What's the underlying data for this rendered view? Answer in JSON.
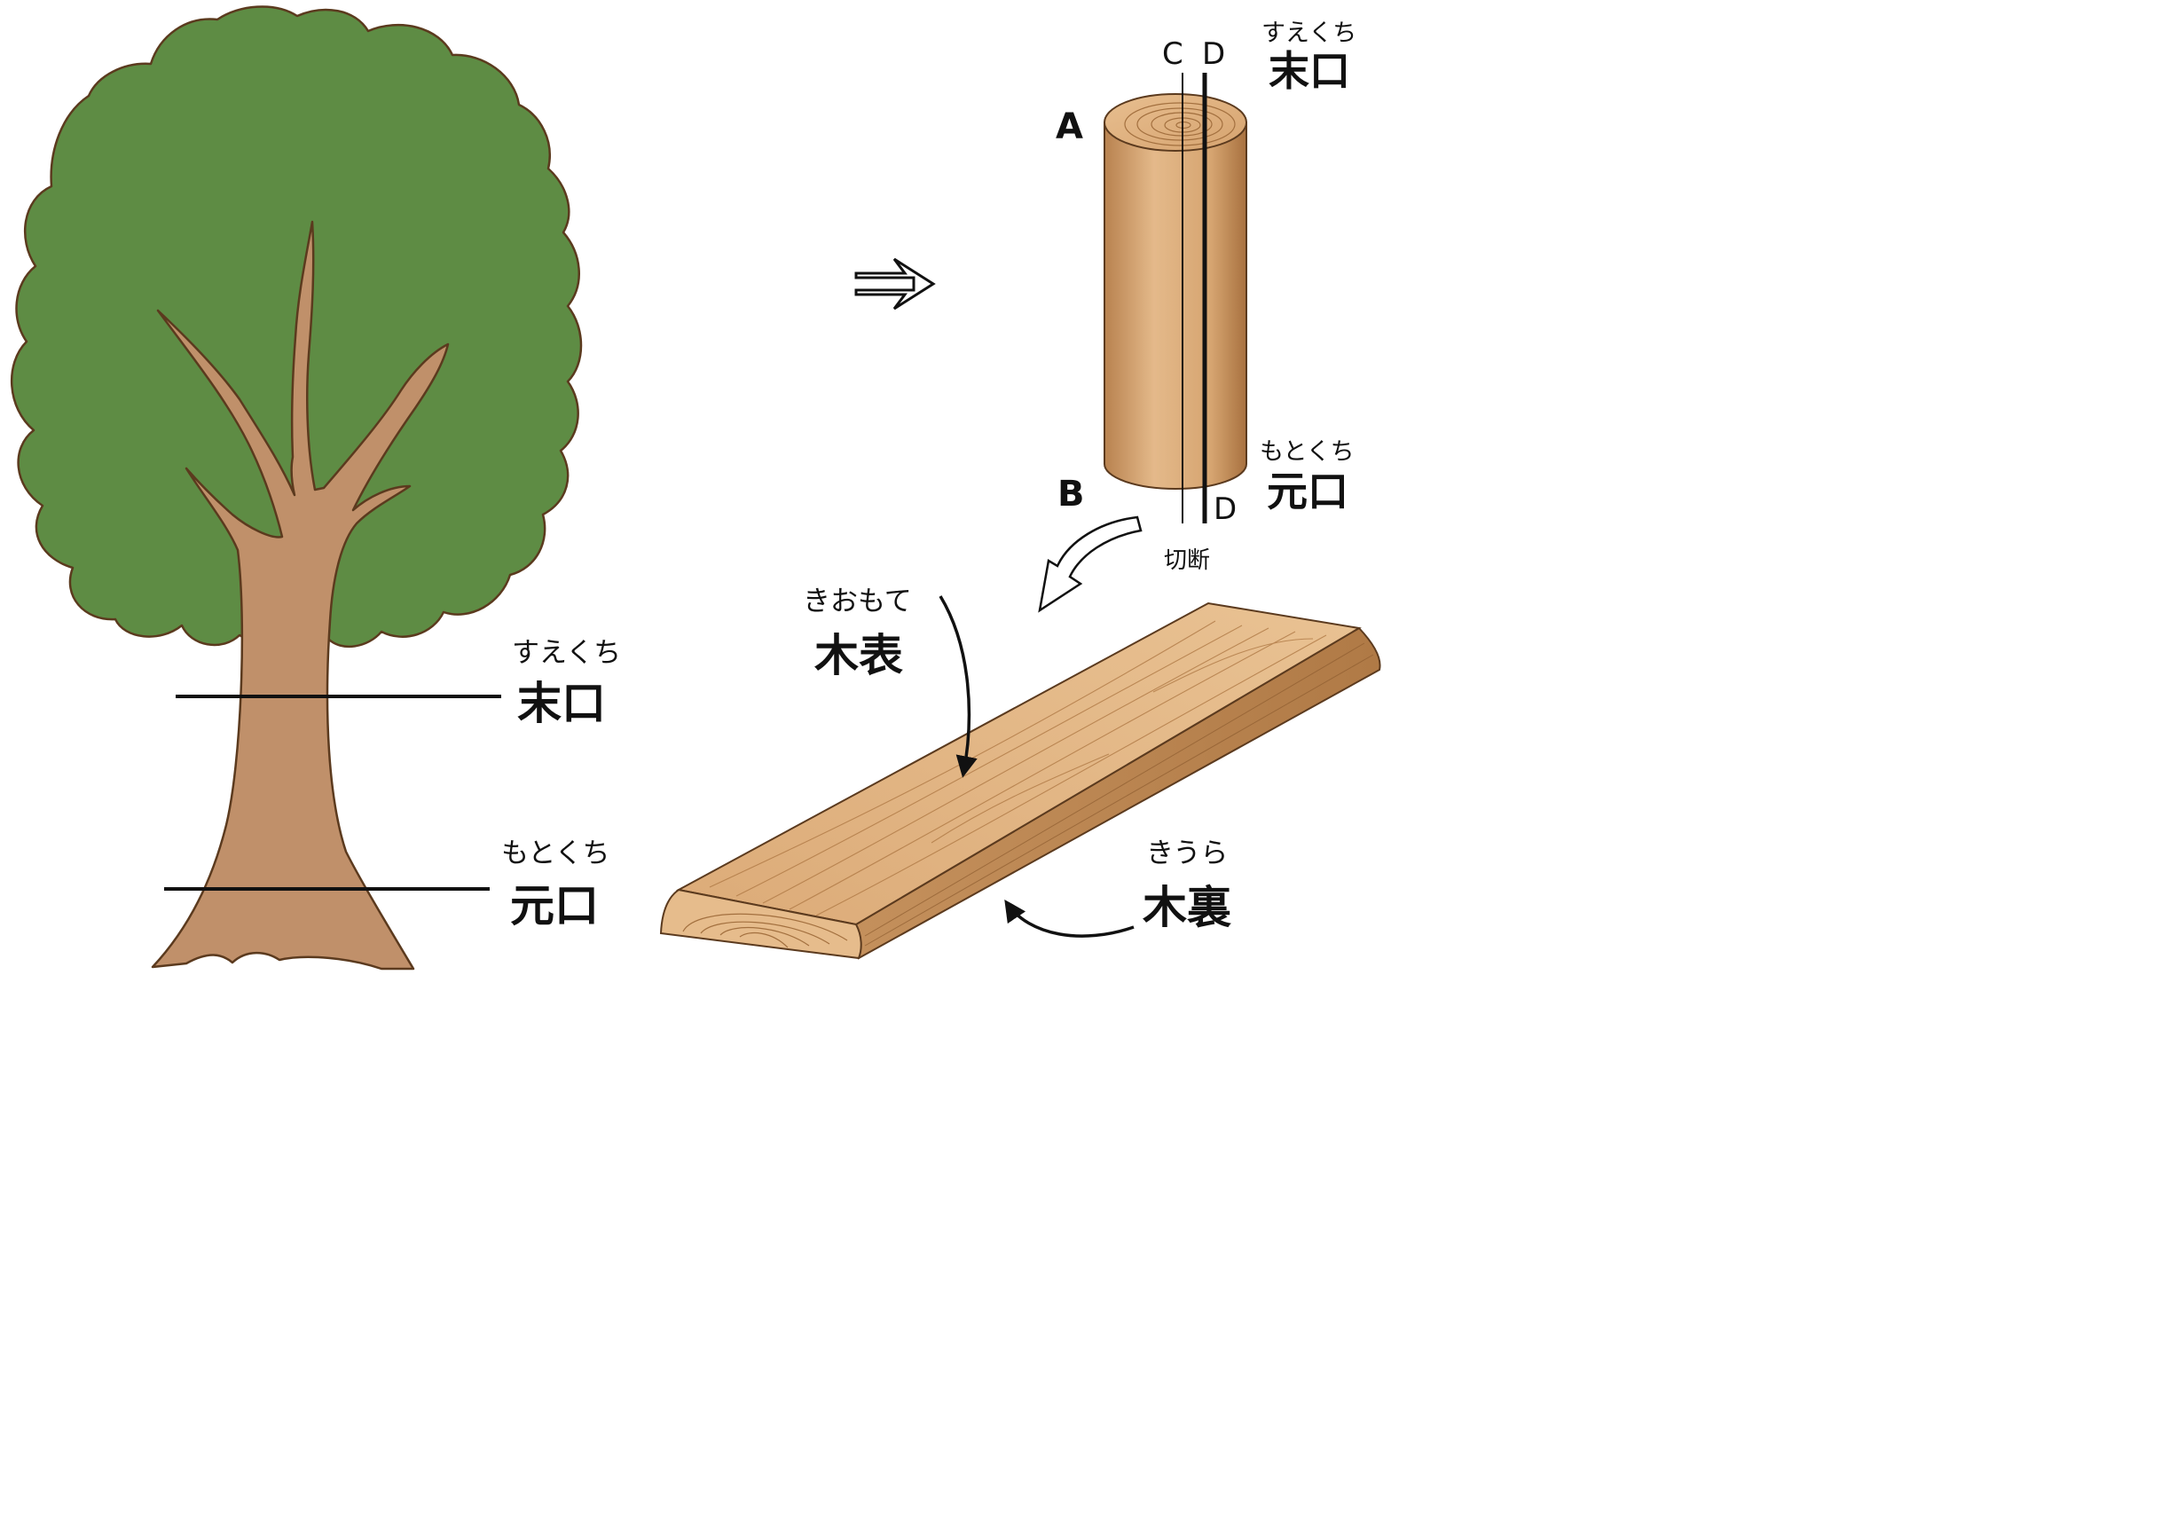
{
  "tree": {
    "top_cut": {
      "reading": "すえくち",
      "label": "末口"
    },
    "bottom_cut": {
      "reading": "もとくち",
      "label": "元口"
    }
  },
  "flow_arrow": "⇒",
  "log": {
    "top_end": {
      "reading": "すえくち",
      "label": "末口"
    },
    "bottom_end": {
      "reading": "もとくち",
      "label": "元口"
    },
    "point_a": "A",
    "point_b": "B",
    "line_c": "C",
    "line_d_top": "D",
    "line_d_bottom": "D",
    "cut_label": "切断"
  },
  "board": {
    "face": {
      "reading": "きおもて",
      "label": "木表"
    },
    "back": {
      "reading": "きうら",
      "label": "木裏"
    }
  },
  "colors": {
    "foliage": "#5e8c44",
    "outline": "#5b3a1e",
    "trunk": "#c0906a",
    "wood_light": "#e2b788",
    "wood_mid": "#d3a070",
    "wood_dark": "#b98350",
    "ink": "#111111"
  }
}
